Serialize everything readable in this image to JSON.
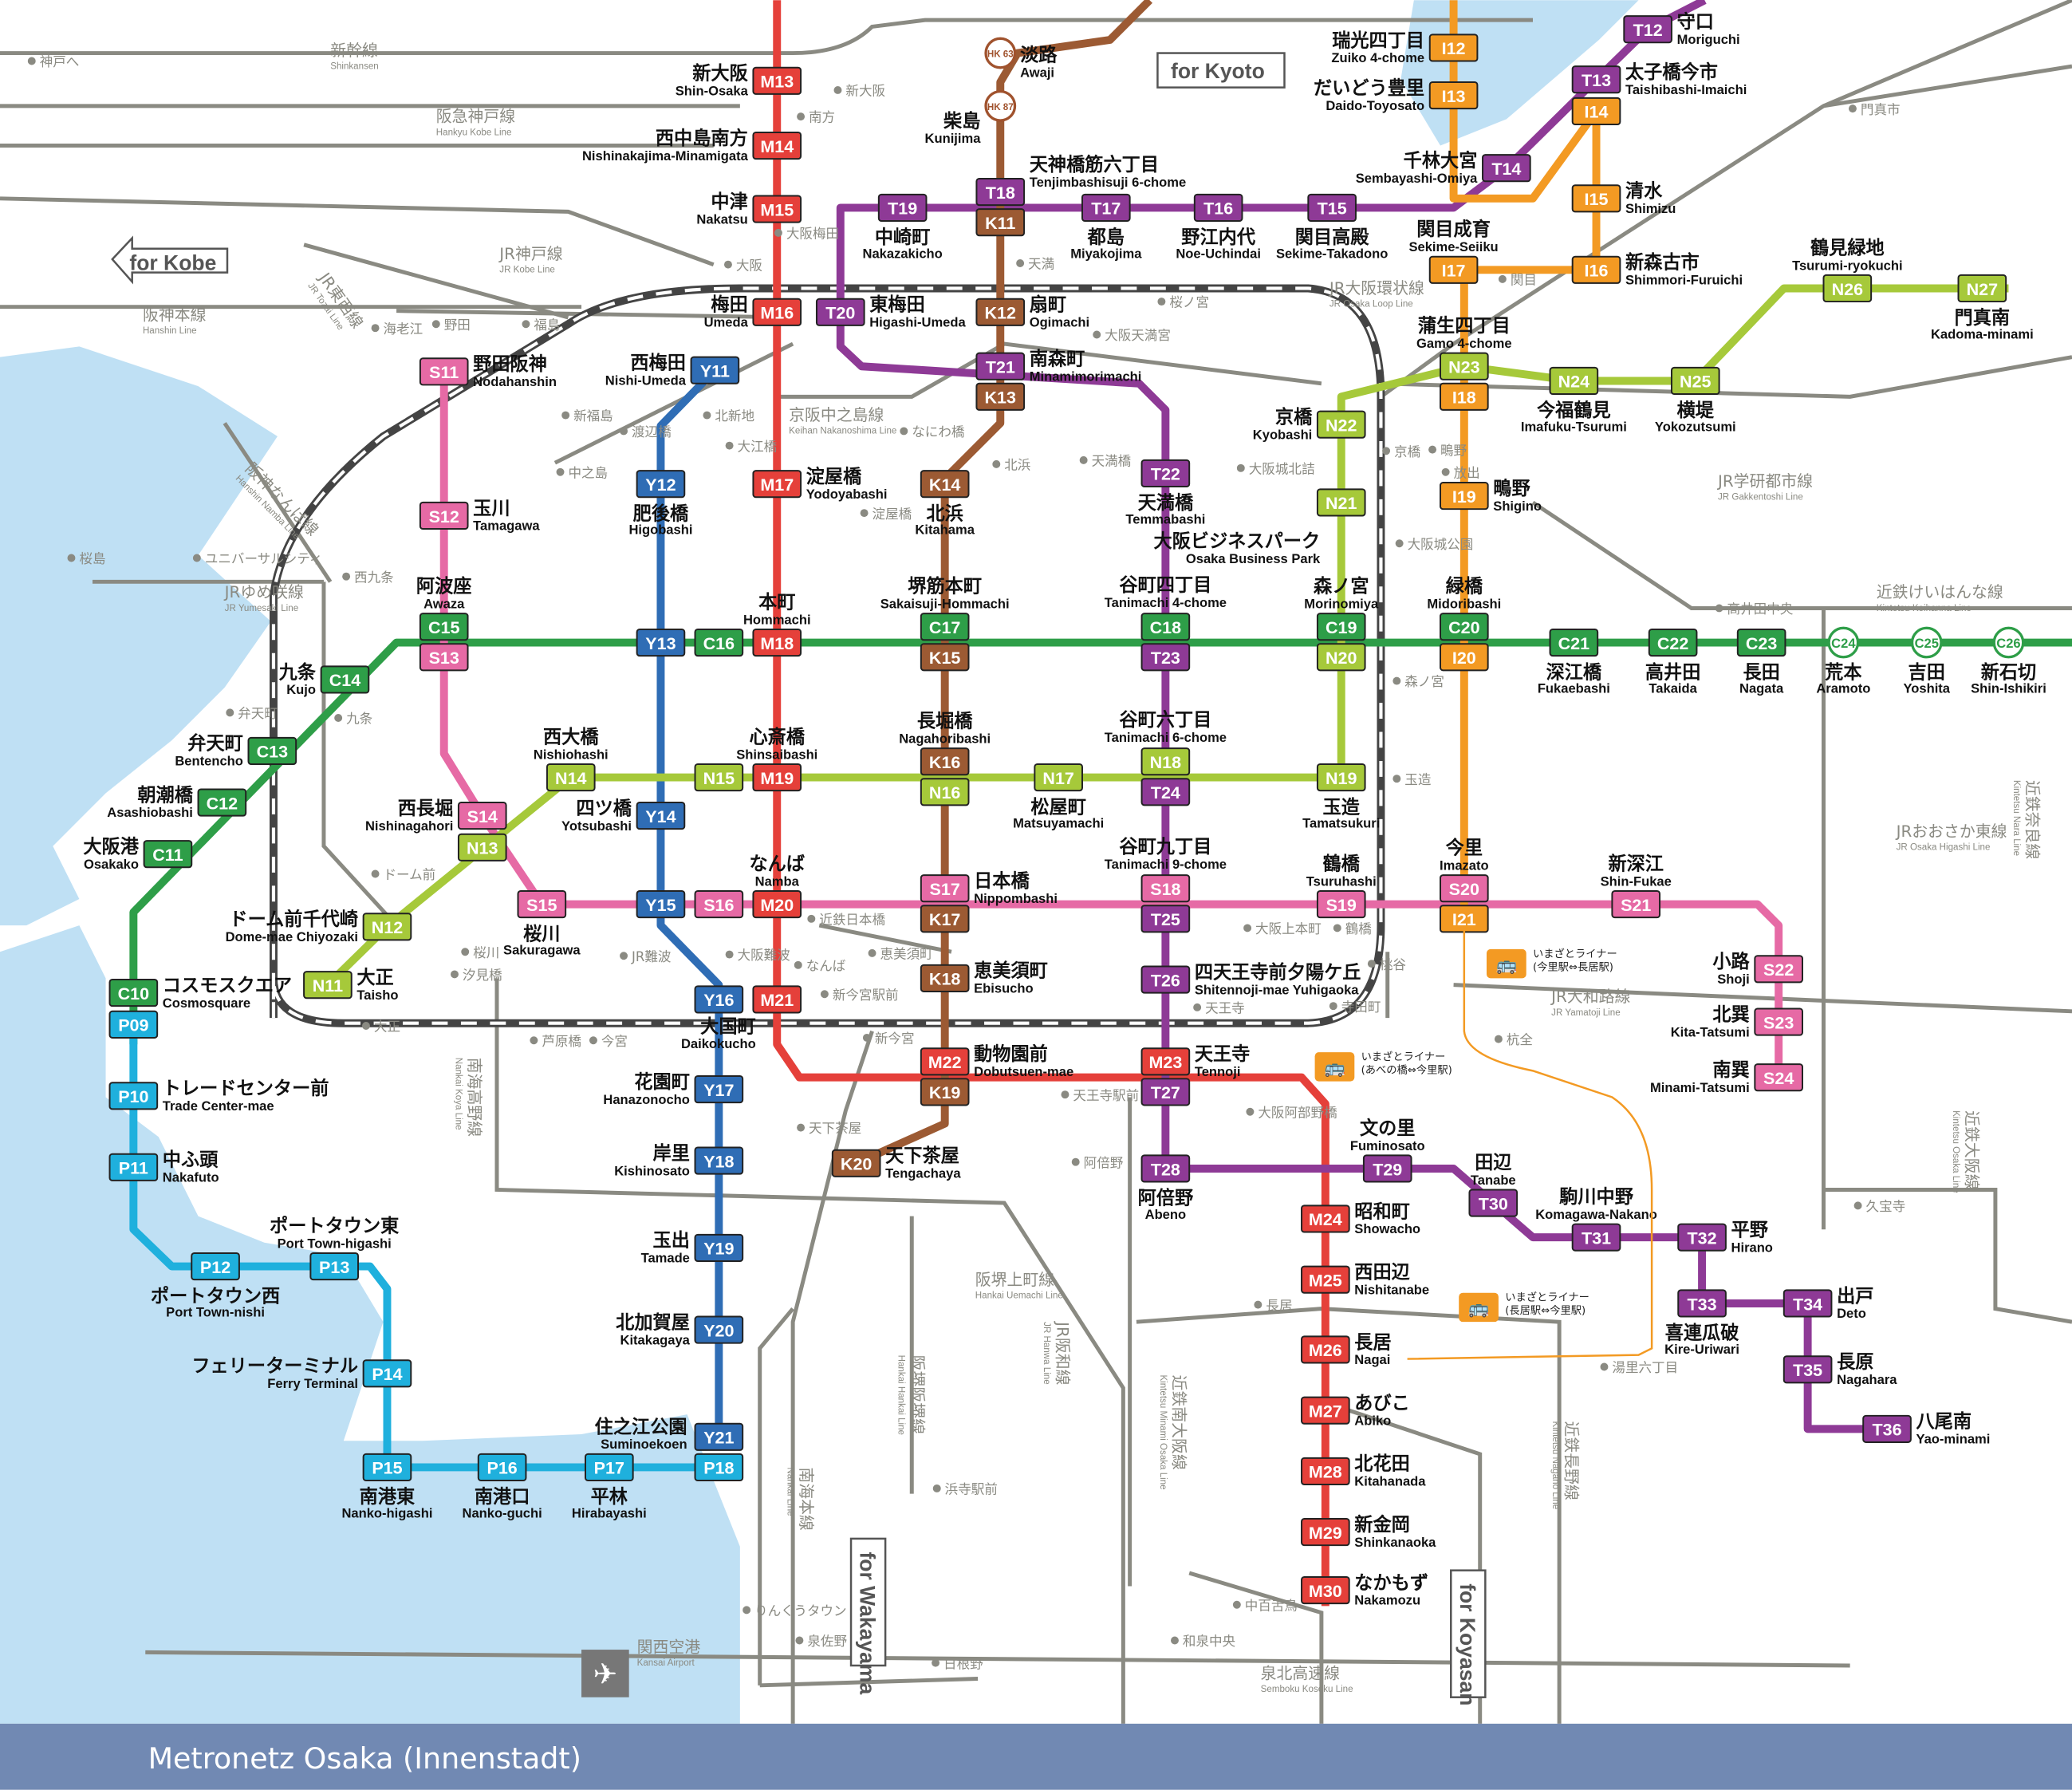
{
  "footer": {
    "title": "Metronetz Osaka (Innenstadt)",
    "color": "#7189b3"
  },
  "directions": {
    "kobe": "for Kobe",
    "kyoto": "for Kyoto",
    "wakayama": "for Wakayama",
    "koyasan": "for Koyasan"
  },
  "hankyu": {
    "color": "#a0522d",
    "stations": [
      {
        "code": "HK 63",
        "ja": "淡路",
        "en": "Awaji"
      },
      {
        "code": "HK 87",
        "ja": "柴島",
        "en": "Kunijima"
      }
    ]
  },
  "lines": [
    {
      "id": "M",
      "color": "#e5403a",
      "stations": [
        {
          "code": "M13",
          "ja": "新大阪",
          "en": "Shin-Osaka"
        },
        {
          "code": "M14",
          "ja": "西中島南方",
          "en": "Nishinakajima-Minamigata"
        },
        {
          "code": "M15",
          "ja": "中津",
          "en": "Nakatsu"
        },
        {
          "code": "M16",
          "ja": "梅田",
          "en": "Umeda"
        },
        {
          "code": "M17",
          "ja": "淀屋橋",
          "en": "Yodoyabashi"
        },
        {
          "code": "M18",
          "ja": "本町",
          "en": "Hommachi"
        },
        {
          "code": "M19",
          "ja": "心斎橋",
          "en": "Shinsaibashi"
        },
        {
          "code": "M20",
          "ja": "なんば",
          "en": "Namba"
        },
        {
          "code": "M21",
          "ja": "大国町",
          "en": "Daikokucho"
        },
        {
          "code": "M22",
          "ja": "動物園前",
          "en": "Dobutsuen-mae"
        },
        {
          "code": "M23",
          "ja": "天王寺",
          "en": "Tennoji"
        },
        {
          "code": "M24",
          "ja": "昭和町",
          "en": "Showacho"
        },
        {
          "code": "M25",
          "ja": "西田辺",
          "en": "Nishitanabe"
        },
        {
          "code": "M26",
          "ja": "長居",
          "en": "Nagai"
        },
        {
          "code": "M27",
          "ja": "あびこ",
          "en": "Abiko"
        },
        {
          "code": "M28",
          "ja": "北花田",
          "en": "Kitahanada"
        },
        {
          "code": "M29",
          "ja": "新金岡",
          "en": "Shinkanaoka"
        },
        {
          "code": "M30",
          "ja": "なかもず",
          "en": "Nakamozu"
        }
      ]
    },
    {
      "id": "T",
      "color": "#8e3a96",
      "stations": [
        {
          "code": "T12",
          "ja": "守口",
          "en": "Moriguchi"
        },
        {
          "code": "T13",
          "ja": "太子橋今市",
          "en": "Taishibashi-Imaichi"
        },
        {
          "code": "T14",
          "ja": "千林大宮",
          "en": "Sembayashi-Omiya"
        },
        {
          "code": "T15",
          "ja": "関目高殿",
          "en": "Sekime-Takadono"
        },
        {
          "code": "T16",
          "ja": "野江内代",
          "en": "Noe-Uchindai"
        },
        {
          "code": "T17",
          "ja": "都島",
          "en": "Miyakojima"
        },
        {
          "code": "T18",
          "ja": "天神橋筋六丁目",
          "en": "Tenjimbashisuji 6-chome"
        },
        {
          "code": "T19",
          "ja": "中崎町",
          "en": "Nakazakicho"
        },
        {
          "code": "T20",
          "ja": "東梅田",
          "en": "Higashi-Umeda"
        },
        {
          "code": "T21",
          "ja": "南森町",
          "en": "Minamimorimachi"
        },
        {
          "code": "T22",
          "ja": "天満橋",
          "en": "Temmabashi"
        },
        {
          "code": "T23",
          "ja": "谷町四丁目",
          "en": "Tanimachi 4-chome"
        },
        {
          "code": "T24",
          "ja": "谷町六丁目",
          "en": "Tanimachi 6-chome"
        },
        {
          "code": "T25",
          "ja": "谷町九丁目",
          "en": "Tanimachi 9-chome"
        },
        {
          "code": "T26",
          "ja": "四天王寺前夕陽ケ丘",
          "en": "Shitennoji-mae Yuhigaoka"
        },
        {
          "code": "T27"
        },
        {
          "code": "T28",
          "ja": "阿倍野",
          "en": "Abeno"
        },
        {
          "code": "T29",
          "ja": "文の里",
          "en": "Fuminosato"
        },
        {
          "code": "T30",
          "ja": "田辺",
          "en": "Tanabe"
        },
        {
          "code": "T31",
          "ja": "駒川中野",
          "en": "Komagawa-Nakano"
        },
        {
          "code": "T32",
          "ja": "平野",
          "en": "Hirano"
        },
        {
          "code": "T33",
          "ja": "喜連瓜破",
          "en": "Kire-Uriwari"
        },
        {
          "code": "T34",
          "ja": "出戸",
          "en": "Deto"
        },
        {
          "code": "T35",
          "ja": "長原",
          "en": "Nagahara"
        },
        {
          "code": "T36",
          "ja": "八尾南",
          "en": "Yao-minami"
        }
      ]
    },
    {
      "id": "Y",
      "color": "#2f6db5",
      "stations": [
        {
          "code": "Y11",
          "ja": "西梅田",
          "en": "Nishi-Umeda"
        },
        {
          "code": "Y12",
          "ja": "肥後橋",
          "en": "Higobashi"
        },
        {
          "code": "Y13"
        },
        {
          "code": "Y14",
          "ja": "四ツ橋",
          "en": "Yotsubashi"
        },
        {
          "code": "Y15"
        },
        {
          "code": "Y16"
        },
        {
          "code": "Y17",
          "ja": "花園町",
          "en": "Hanazonocho"
        },
        {
          "code": "Y18",
          "ja": "岸里",
          "en": "Kishinosato"
        },
        {
          "code": "Y19",
          "ja": "玉出",
          "en": "Tamade"
        },
        {
          "code": "Y20",
          "ja": "北加賀屋",
          "en": "Kitakagaya"
        },
        {
          "code": "Y21",
          "ja": "住之江公園",
          "en": "Suminoekoen"
        }
      ]
    },
    {
      "id": "C",
      "color": "#2e9e48",
      "stations": [
        {
          "code": "C10",
          "ja": "コスモスクエア",
          "en": "Cosmosquare"
        },
        {
          "code": "C11",
          "ja": "大阪港",
          "en": "Osakako"
        },
        {
          "code": "C12",
          "ja": "朝潮橋",
          "en": "Asashiobashi"
        },
        {
          "code": "C13",
          "ja": "弁天町",
          "en": "Bentencho"
        },
        {
          "code": "C14",
          "ja": "九条",
          "en": "Kujo"
        },
        {
          "code": "C15",
          "ja": "阿波座",
          "en": "Awaza"
        },
        {
          "code": "C16"
        },
        {
          "code": "C17",
          "ja": "堺筋本町",
          "en": "Sakaisuji-Hommachi"
        },
        {
          "code": "C18"
        },
        {
          "code": "C19",
          "ja": "森ノ宮",
          "en": "Morinomiya"
        },
        {
          "code": "C20",
          "ja": "緑橋",
          "en": "Midoribashi"
        },
        {
          "code": "C21",
          "ja": "深江橋",
          "en": "Fukaebashi"
        },
        {
          "code": "C22",
          "ja": "高井田",
          "en": "Takaida"
        },
        {
          "code": "C23",
          "ja": "長田",
          "en": "Nagata"
        },
        {
          "code": "C24",
          "ja": "荒本",
          "en": "Aramoto"
        },
        {
          "code": "C25",
          "ja": "吉田",
          "en": "Yoshita"
        },
        {
          "code": "C26",
          "ja": "新石切",
          "en": "Shin-Ishikiri"
        }
      ]
    },
    {
      "id": "K",
      "color": "#9c5a33",
      "stations": [
        {
          "code": "K11"
        },
        {
          "code": "K12",
          "ja": "扇町",
          "en": "Ogimachi"
        },
        {
          "code": "K13"
        },
        {
          "code": "K14",
          "ja": "北浜",
          "en": "Kitahama"
        },
        {
          "code": "K15"
        },
        {
          "code": "K16",
          "ja": "長堀橋",
          "en": "Nagahoribashi"
        },
        {
          "code": "K17"
        },
        {
          "code": "K18",
          "ja": "恵美須町",
          "en": "Ebisucho"
        },
        {
          "code": "K19"
        },
        {
          "code": "K20",
          "ja": "天下茶屋",
          "en": "Tengachaya"
        }
      ]
    },
    {
      "id": "S",
      "color": "#e66aa5",
      "stations": [
        {
          "code": "S11",
          "ja": "野田阪神",
          "en": "Nodahanshin"
        },
        {
          "code": "S12",
          "ja": "玉川",
          "en": "Tamagawa"
        },
        {
          "code": "S13"
        },
        {
          "code": "S14",
          "ja": "西長堀",
          "en": "Nishinagahori"
        },
        {
          "code": "S15",
          "ja": "桜川",
          "en": "Sakuragawa"
        },
        {
          "code": "S16"
        },
        {
          "code": "S17",
          "ja": "日本橋",
          "en": "Nippombashi"
        },
        {
          "code": "S18"
        },
        {
          "code": "S19",
          "ja": "鶴橋",
          "en": "Tsuruhashi"
        },
        {
          "code": "S20",
          "ja": "今里",
          "en": "Imazato"
        },
        {
          "code": "S21",
          "ja": "新深江",
          "en": "Shin-Fukae"
        },
        {
          "code": "S22",
          "ja": "小路",
          "en": "Shoji"
        },
        {
          "code": "S23",
          "ja": "北巽",
          "en": "Kita-Tatsumi"
        },
        {
          "code": "S24",
          "ja": "南巽",
          "en": "Minami-Tatsumi"
        }
      ]
    },
    {
      "id": "N",
      "color": "#a6c93a",
      "stations": [
        {
          "code": "N11",
          "ja": "大正",
          "en": "Taisho"
        },
        {
          "code": "N12",
          "ja": "ドーム前千代崎",
          "en": "Dome-mae Chiyozaki"
        },
        {
          "code": "N13"
        },
        {
          "code": "N14",
          "ja": "西大橋",
          "en": "Nishiohashi"
        },
        {
          "code": "N15"
        },
        {
          "code": "N16"
        },
        {
          "code": "N17",
          "ja": "松屋町",
          "en": "Matsuyamachi"
        },
        {
          "code": "N18"
        },
        {
          "code": "N19",
          "ja": "玉造",
          "en": "Tamatsukuri"
        },
        {
          "code": "N20"
        },
        {
          "code": "N21",
          "ja": "大阪ビジネスパーク",
          "en": "Osaka Business Park"
        },
        {
          "code": "N22",
          "ja": "京橋",
          "en": "Kyobashi"
        },
        {
          "code": "N23",
          "ja": "蒲生四丁目",
          "en": "Gamo 4-chome"
        },
        {
          "code": "N24",
          "ja": "今福鶴見",
          "en": "Imafuku-Tsurumi"
        },
        {
          "code": "N25",
          "ja": "横堤",
          "en": "Yokozutsumi"
        },
        {
          "code": "N26",
          "ja": "鶴見緑地",
          "en": "Tsurumi-ryokuchi"
        },
        {
          "code": "N27",
          "ja": "門真南",
          "en": "Kadoma-minami"
        }
      ]
    },
    {
      "id": "I",
      "color": "#f39a23",
      "stations": [
        {
          "code": "I12",
          "ja": "瑞光四丁目",
          "en": "Zuiko 4-chome"
        },
        {
          "code": "I13",
          "ja": "だいどう豊里",
          "en": "Daido-Toyosato"
        },
        {
          "code": "I14"
        },
        {
          "code": "I15",
          "ja": "清水",
          "en": "Shimizu"
        },
        {
          "code": "I16",
          "ja": "新森古市",
          "en": "Shimmori-Furuichi"
        },
        {
          "code": "I17",
          "ja": "関目成育",
          "en": "Sekime-Seiiku"
        },
        {
          "code": "I18"
        },
        {
          "code": "I19",
          "ja": "鴫野",
          "en": "Shigino"
        },
        {
          "code": "I20"
        },
        {
          "code": "I21"
        }
      ]
    },
    {
      "id": "P",
      "color": "#1fb0dd",
      "stations": [
        {
          "code": "P09"
        },
        {
          "code": "P10",
          "ja": "トレードセンター前",
          "en": "Trade Center-mae"
        },
        {
          "code": "P11",
          "ja": "中ふ頭",
          "en": "Nakafuto"
        },
        {
          "code": "P12",
          "ja": "ポートタウン西",
          "en": "Port Town-nishi"
        },
        {
          "code": "P13",
          "ja": "ポートタウン東",
          "en": "Port Town-higashi"
        },
        {
          "code": "P14",
          "ja": "フェリーターミナル",
          "en": "Ferry Terminal"
        },
        {
          "code": "P15",
          "ja": "南港東",
          "en": "Nanko-higashi"
        },
        {
          "code": "P16",
          "ja": "南港口",
          "en": "Nanko-guchi"
        },
        {
          "code": "P17",
          "ja": "平林",
          "en": "Hirabayashi"
        },
        {
          "code": "P18"
        }
      ]
    }
  ],
  "other_lines": [
    {
      "ja": "新幹線",
      "en": "Shinkansen"
    },
    {
      "ja": "阪急神戸線",
      "en": "Hankyu Kobe Line"
    },
    {
      "ja": "JR神戸線",
      "en": "JR Kobe Line"
    },
    {
      "ja": "JR東西線",
      "en": "JR Tozai Line"
    },
    {
      "ja": "阪神本線",
      "en": "Hanshin Line"
    },
    {
      "ja": "阪神なんば線",
      "en": "Hanshin Namba Line"
    },
    {
      "ja": "JRゆめ咲線",
      "en": "JR Yumesaki Line"
    },
    {
      "ja": "JR大阪環状線",
      "en": "JR Osaka Loop Line"
    },
    {
      "ja": "京阪中之島線",
      "en": "Keihan Nakanoshima Line"
    },
    {
      "ja": "JR学研都市線",
      "en": "JR Gakkentoshi Line"
    },
    {
      "ja": "近鉄けいはんな線",
      "en": "Kintetsu Keihanna Line"
    },
    {
      "ja": "JRおおさか東線",
      "en": "JR Osaka Higashi Line"
    },
    {
      "ja": "JR大和路線",
      "en": "JR Yamatoji Line"
    },
    {
      "ja": "近鉄奈良線",
      "en": "Kintetsu Nara Line"
    },
    {
      "ja": "近鉄大阪線",
      "en": "Kintetsu Osaka Line"
    },
    {
      "ja": "南海高野線",
      "en": "Nankai Koya Line"
    },
    {
      "ja": "阪堺上町線",
      "en": "Hankai Uemachi Line"
    },
    {
      "ja": "阪堺阪堺線",
      "en": "Hankai Hankai Line"
    },
    {
      "ja": "JR阪和線",
      "en": "JR Hanwa Line"
    },
    {
      "ja": "近鉄南大阪線",
      "en": "Kintetsu Minami Osaka Line"
    },
    {
      "ja": "近鉄長野線",
      "en": "Kintetsu Nagano Line"
    },
    {
      "ja": "南海本線",
      "en": "Nankai Line"
    },
    {
      "ja": "泉北高速線",
      "en": "Semboku Kosoku Line"
    },
    {
      "ja": "関西空港",
      "en": "Kansai Airport"
    }
  ],
  "minor_stations": [
    "新大阪",
    "南方",
    "大阪梅田",
    "大阪",
    "天満",
    "桜ノ宮",
    "大阪天満宮",
    "北新地",
    "大江橋",
    "なにわ橋",
    "渡辺橋",
    "中之島",
    "新福島",
    "福島",
    "野田",
    "海老江",
    "西九条",
    "桜島",
    "ユニバーサルシティ",
    "弁天町",
    "九条",
    "ドーム前",
    "桜川",
    "汐見橋",
    "大正",
    "芦原橋",
    "今宮",
    "JR難波",
    "大阪難波",
    "なんば",
    "近鉄日本橋",
    "恵美須町",
    "新今宮駅前",
    "新今宮",
    "天下茶屋",
    "天王寺駅前",
    "天王寺",
    "寺田町",
    "桃谷",
    "鶴橋",
    "大阪上本町",
    "森ノ宮",
    "玉造",
    "大阪城公園",
    "大阪城北詰",
    "京橋",
    "鴫野",
    "放出",
    "関目",
    "門真市",
    "高井田中央",
    "杭全",
    "久宝寺",
    "長居",
    "大阪阿部野橋",
    "阿倍野",
    "浜寺駅前",
    "泉佐野",
    "りんくうタウン",
    "日根野",
    "和泉中央",
    "中百舌鳥",
    "湯里六丁目",
    "北浜",
    "淀屋橋",
    "天満橋",
    "神戸へ"
  ],
  "imazato_liner": {
    "label": "いまざとライナー",
    "routes": [
      "(今里駅⇔長居駅)",
      "(あべの橋⇔今里駅)",
      "(長居駅⇔今里駅)"
    ]
  }
}
